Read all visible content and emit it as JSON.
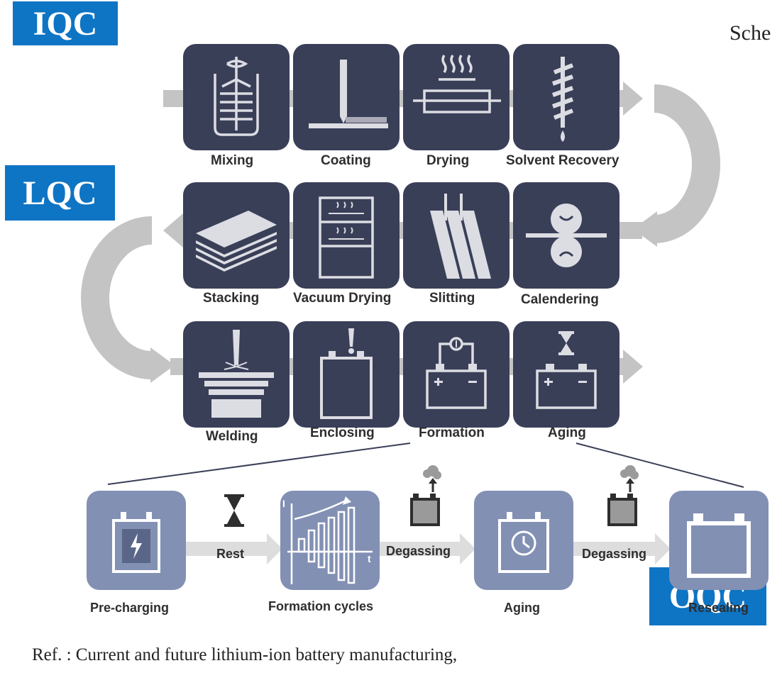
{
  "badges": {
    "iqc": "IQC",
    "lqc": "LQC",
    "oqc": "OQC"
  },
  "title_fragment": "Sche",
  "steps": {
    "mixing": "Mixing",
    "coating": "Coating",
    "drying": "Drying",
    "solvent_recovery": "Solvent Recovery",
    "stacking": "Stacking",
    "vacuum_drying": "Vacuum Drying",
    "slitting": "Slitting",
    "calendering": "Calendering",
    "welding": "Welding",
    "enclosing": "Enclosing",
    "formation": "Formation",
    "aging": "Aging"
  },
  "formation_detail": {
    "pre_charging": "Pre-charging",
    "rest": "Rest",
    "formation_cycles": "Formation cycles",
    "degassing_1": "Degassing",
    "aging": "Aging",
    "degassing_2": "Degassing",
    "resealing": "Resealing",
    "axis_i": "I",
    "axis_t": "t"
  },
  "reference": "Ref. : Current and future lithium-ion battery manufacturing,",
  "colors": {
    "badge": "#0e74c4",
    "tile": "#3a3f58",
    "tile_icon": "#dcdde3",
    "detail_tile": "#8290b4",
    "arrow": "#c4c4c4"
  }
}
